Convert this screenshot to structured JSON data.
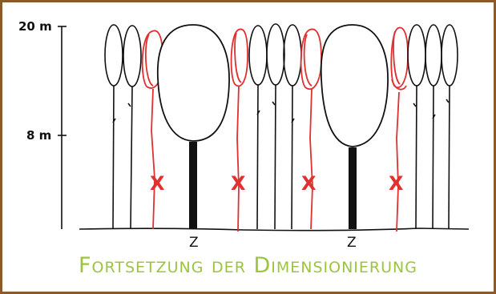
{
  "axis": {
    "top_label": "20 m",
    "mid_label": "8 m"
  },
  "trees": {
    "crown_label": "Z",
    "cross_symbol": "X",
    "colors": {
      "outline": "#111111",
      "removed": "#e03030",
      "trunk": "#111111"
    },
    "groups": [
      {
        "crown_label": "Z"
      },
      {
        "crown_label": "Z"
      }
    ]
  },
  "caption": "Fortsetzung der Dimensionierung",
  "colors": {
    "frame": "#8a5a2b",
    "caption": "#9cc43e"
  }
}
